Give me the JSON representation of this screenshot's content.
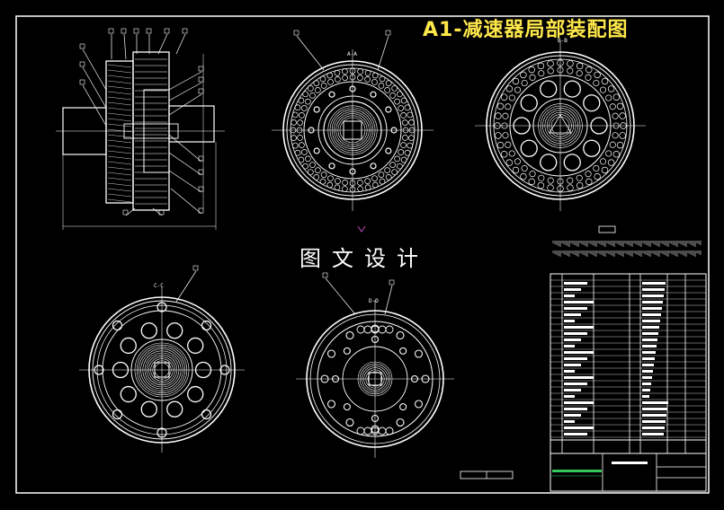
{
  "title": "A1-减速器局部装配图",
  "watermark": "图文设计",
  "section_labels": {
    "aa": "A-A",
    "bb": "B-B",
    "cc": "C-C",
    "dd": "D-D"
  },
  "colors": {
    "background": "#000000",
    "line": "#ffffff",
    "title": "#ffe84a",
    "accent_green": "#34c759",
    "accent_magenta": "#e05ad8"
  }
}
